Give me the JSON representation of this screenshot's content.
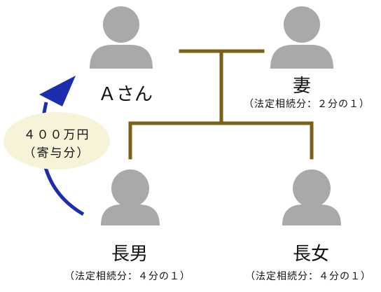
{
  "colors": {
    "person": "#a9a9a9",
    "tree": "#7a5f16",
    "arrow": "#1c2eae",
    "badge_bg": "#f6f3d9"
  },
  "people": {
    "a": {
      "name": "Ａさん"
    },
    "spouse": {
      "name": "妻",
      "share": "（法定相続分：２分の１）"
    },
    "son": {
      "name": "長男",
      "share": "（法定相続分：４分の１）"
    },
    "daughter": {
      "name": "長女",
      "share": "（法定相続分：４分の１）"
    }
  },
  "contribution": {
    "amount": "４００万円",
    "label": "（寄与分）"
  },
  "icons": [
    "person-icon",
    "arrow-icon"
  ]
}
